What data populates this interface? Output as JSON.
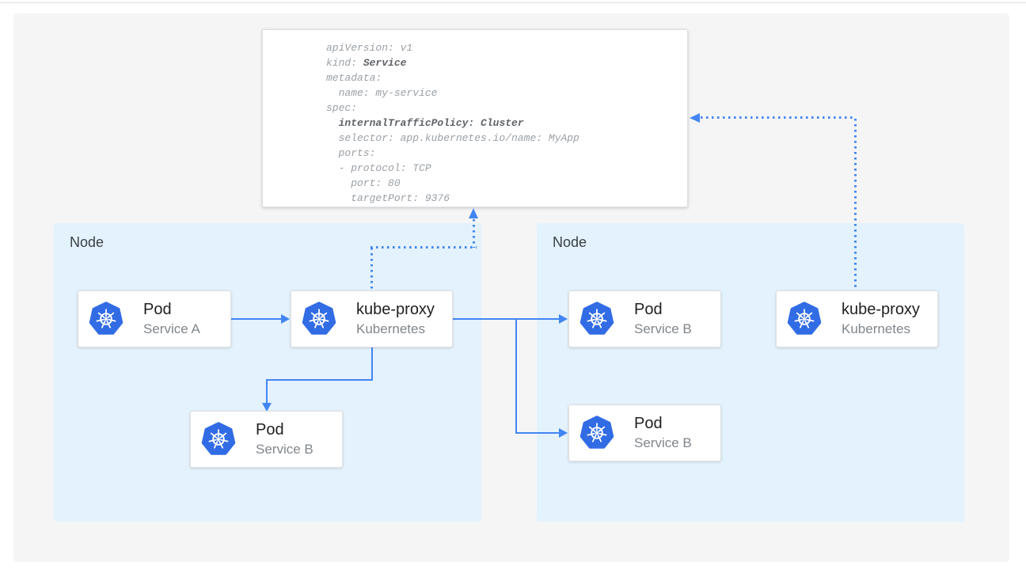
{
  "yaml": {
    "lines": [
      {
        "pre": "apiVersion: v1"
      },
      {
        "pre": "kind: ",
        "bold": "Service"
      },
      {
        "pre": "metadata:"
      },
      {
        "pre": "  name: my-service"
      },
      {
        "pre": "spec:"
      },
      {
        "pre": "  ",
        "bold": "internalTrafficPolicy: Cluster"
      },
      {
        "pre": "  selector: app.kubernetes.io/name: MyApp"
      },
      {
        "pre": "  ports:"
      },
      {
        "pre": "  - protocol: TCP"
      },
      {
        "pre": "    port: 80"
      },
      {
        "pre": "    targetPort: 9376"
      }
    ]
  },
  "nodes": {
    "left": {
      "label": "Node"
    },
    "right": {
      "label": "Node"
    }
  },
  "cards": {
    "pod_a": {
      "title": "Pod",
      "subtitle": "Service A"
    },
    "kube_proxy_left": {
      "title": "kube-proxy",
      "subtitle": "Kubernetes"
    },
    "pod_b_left": {
      "title": "Pod",
      "subtitle": "Service B"
    },
    "pod_b_right_top": {
      "title": "Pod",
      "subtitle": "Service B"
    },
    "pod_b_right_bot": {
      "title": "Pod",
      "subtitle": "Service B"
    },
    "kube_proxy_right": {
      "title": "kube-proxy",
      "subtitle": "Kubernetes"
    }
  },
  "icons": {
    "card_icon": "kubernetes-helm-logo"
  },
  "colors": {
    "arrow_blue": "#4285f4",
    "kubernetes_blue": "#326ce5",
    "node_fill": "#e3f2fd",
    "panel_fill": "#f5f5f6",
    "card_border": "#e0e0e0",
    "code_gray": "#9aa0a6",
    "code_bold_gray": "#5f6368",
    "top_divider": "#dadce0"
  }
}
